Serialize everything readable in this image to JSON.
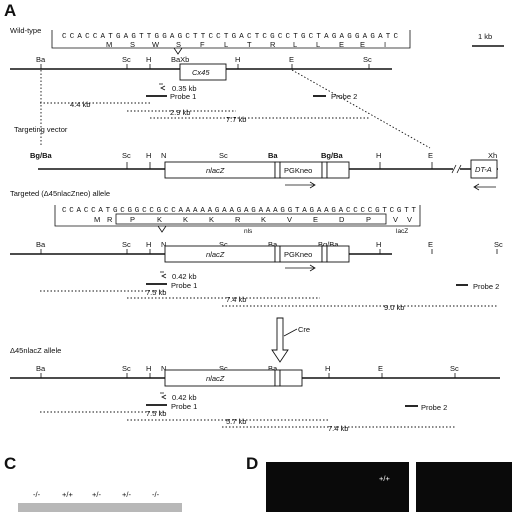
{
  "panels": {
    "a": "A",
    "c": "C",
    "d": "D"
  },
  "wildtype": {
    "title": "Wild-type",
    "seq": "CCACCATGAGTTGGAGCTTCCTGACTCGCCTGCTAGAGGAGATC",
    "aa": [
      "M",
      "S",
      "W",
      "S",
      "F",
      "L",
      "T",
      "R",
      "L",
      "L",
      "E",
      "E",
      "I"
    ],
    "sites": [
      "Ba",
      "Sc",
      "H",
      "BaXb",
      "H",
      "E",
      "Sc"
    ],
    "gene": "Cx45",
    "frag_small": "0.35 kb",
    "frags": [
      "4.4 kb",
      "2.9 kb",
      "7.7 kb"
    ],
    "probe1": "Probe 1",
    "probe2": "Probe 2",
    "scale": "1 kb"
  },
  "targeting": {
    "title": "Targeting vector",
    "sites": [
      "Bg/Ba",
      "Sc",
      "H",
      "N",
      "Sc",
      "Ba",
      "Bg/Ba",
      "H",
      "E",
      "Xh"
    ],
    "boxes": [
      "nlacZ",
      "PGKneo",
      "DT-A"
    ]
  },
  "targeted": {
    "title": "Targeted (Δ45nlacZneo) allele",
    "seq": "CCACCATGCGGCCGCCAAAAAGAAGAGAAAGGTAGAAGACCCCGTCGTT",
    "aa_left": [
      "M",
      "R"
    ],
    "nls_aa": [
      "P",
      "K",
      "K",
      "K",
      "R",
      "K",
      "V",
      "E",
      "D",
      "P"
    ],
    "aa_right": [
      "V",
      "V"
    ],
    "nls_label": "nls",
    "lacz_label": "lacZ",
    "sites": [
      "Ba",
      "Sc",
      "H",
      "N",
      "Sc",
      "Ba",
      "Bg/Ba",
      "H",
      "E",
      "Sc"
    ],
    "boxes": [
      "nlacZ",
      "PGKneo"
    ],
    "frag_small": "0.42 kb",
    "frags": [
      "7.5 kb",
      "7.4 kb",
      "9.0 kb"
    ],
    "probe1": "Probe 1",
    "probe2": "Probe 2"
  },
  "cre": "Cre",
  "deleted": {
    "title": "Δ45nlacZ allele",
    "sites": [
      "Ba",
      "Sc",
      "H",
      "N",
      "Sc",
      "Ba",
      "H",
      "E",
      "Sc"
    ],
    "box": "nlacZ",
    "frag_small": "0.42 kb",
    "frags": [
      "7.5 kb",
      "5.7 kb",
      "7.4 kb"
    ],
    "probe1": "Probe 1",
    "probe2": "Probe 2"
  },
  "panel_c": {
    "genotypes": [
      "-/-",
      "+/+",
      "+/-",
      "+/-",
      "-/-"
    ]
  },
  "panel_d": {
    "label": "+/+"
  }
}
